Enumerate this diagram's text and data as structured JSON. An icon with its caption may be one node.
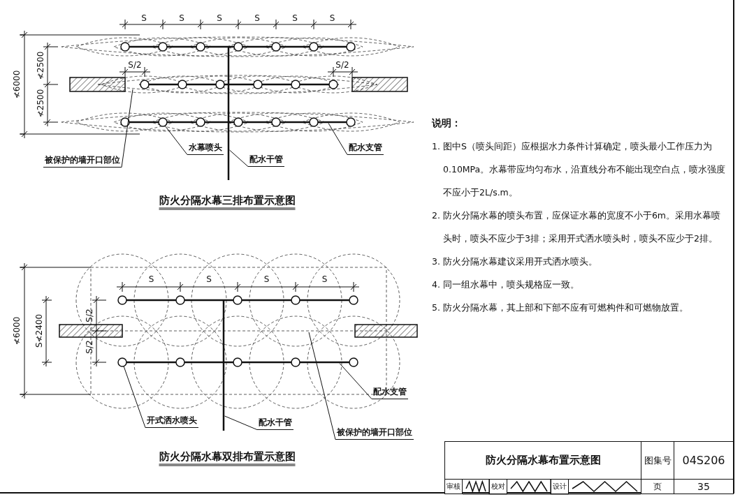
{
  "diagram": {
    "nodes": [
      {
        "text": [
          "被保护的墙开口部位"
        ]
      },
      {
        "text": [
          "水幕喷头"
        ]
      },
      {
        "text": [
          "配水干管"
        ]
      },
      {
        "text": [
          "配水支管"
        ]
      },
      {
        "text": [
          "开式洒水喷头"
        ]
      },
      {
        "text": [
          "配水干管"
        ]
      },
      {
        "text": [
          "被保护的墙开口部位"
        ]
      },
      {
        "text": [
          "配水支管"
        ]
      },
      {
        "text": [],
        "shape": "circle"
      },
      {
        "text": [],
        "shape": "bar"
      },
      {
        "text": [],
        "shape": "bar"
      },
      {
        "text": [],
        "shape": "circle"
      },
      {
        "text": [],
        "shape": "bar"
      },
      {
        "text": [],
        "shape": "bar"
      }
    ],
    "edges": [
      {
        "from": 0,
        "to": null,
        "arrow": "none"
      },
      {
        "from": 1,
        "to": 8,
        "arrow": "none"
      },
      {
        "from": 2,
        "to": 9,
        "arrow": "none"
      },
      {
        "from": 3,
        "to": 10,
        "arrow": "none"
      },
      {
        "from": 4,
        "to": 11,
        "arrow": "none"
      },
      {
        "from": 5,
        "to": 12,
        "arrow": "none"
      },
      {
        "from": 6,
        "to": null,
        "arrow": "none"
      },
      {
        "from": 7,
        "to": 13,
        "arrow": "none"
      }
    ],
    "labels": [
      "S",
      "S",
      "S",
      "S",
      "S",
      "S",
      "≮6000",
      "≮2500",
      "S/2",
      "S/2",
      "≮2500",
      "防火分隔水幕三排布置示意图",
      "S",
      "S",
      "S",
      "S",
      "≮6000",
      "S/2",
      "S≮2400",
      "S/2",
      "防火分隔水幕双排布置示意图",
      "说明：",
      "1. 图中S（喷头间距）应根据水力条件计算确定，喷头最小工作压力为0.10MPa。水幕带应均匀布水，沿直线分布不能出现空白点，喷水强度不应小于2L/s.m。",
      "2. 防火分隔水幕的喷头布置，应保证水幕的宽度不小于6m。采用水幕喷头时，喷头不应少于3排；采用开式洒水喷头时，喷头不应少于2排。",
      "3. 防火分隔水幕建议采用开式洒水喷头。",
      "4. 同一组水幕中，喷头规格应一致。",
      "5. 防火分隔水幕，其上部和下部不应有可燃构件和可燃物放置。",
      "防火分隔水幕布置示意图",
      "图集号",
      "04S206",
      "审核",
      "校对",
      "设计",
      "页",
      "35"
    ]
  }
}
